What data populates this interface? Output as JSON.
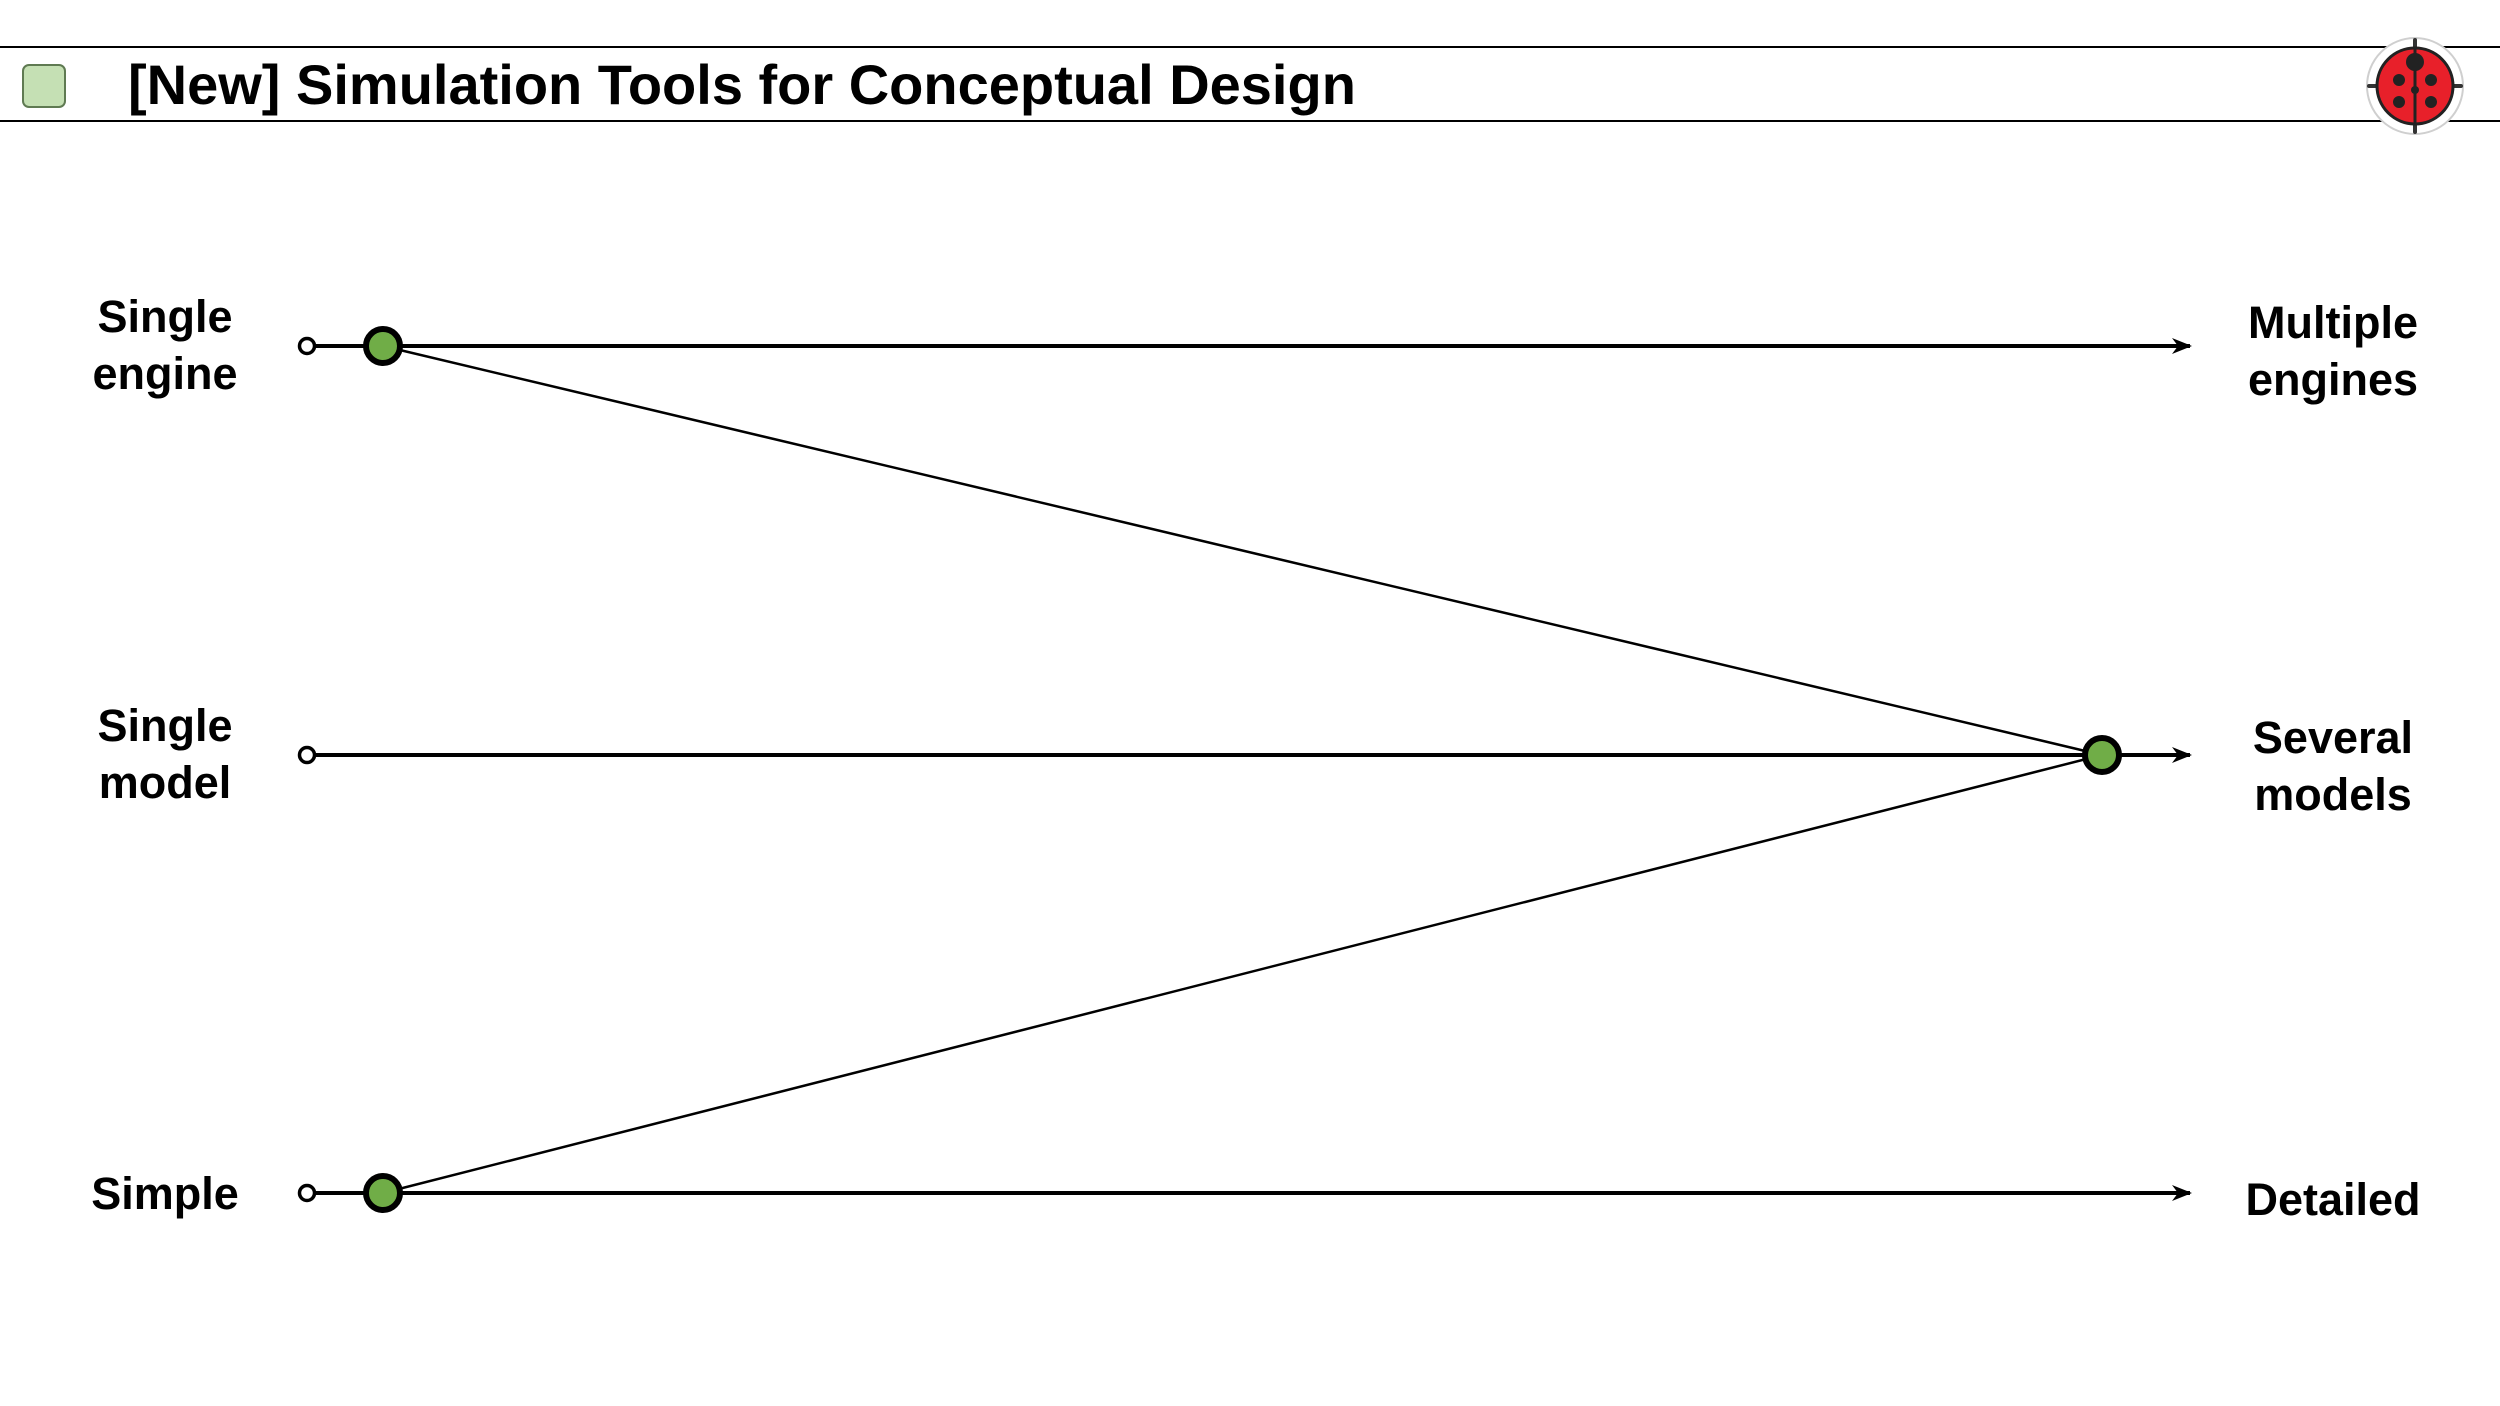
{
  "header": {
    "title": "[New] Simulation Tools for Conceptual Design"
  },
  "colors": {
    "header_square_fill": "#c5e0b4",
    "node_fill": "#70ad47",
    "logo_red": "#e8202a",
    "line": "#000000"
  },
  "icons": {
    "header_marker": "green-square-icon",
    "logo": "ladybug-logo-icon"
  },
  "axes": [
    {
      "left_lines": [
        "Single",
        "engine"
      ],
      "right_lines": [
        "Multiple",
        "engines"
      ],
      "selected": "left"
    },
    {
      "left_lines": [
        "Single",
        "model"
      ],
      "right_lines": [
        "Several",
        "models"
      ],
      "selected": "right"
    },
    {
      "left_lines": [
        "Simple"
      ],
      "right_lines": [
        "Detailed"
      ],
      "selected": "left"
    }
  ]
}
